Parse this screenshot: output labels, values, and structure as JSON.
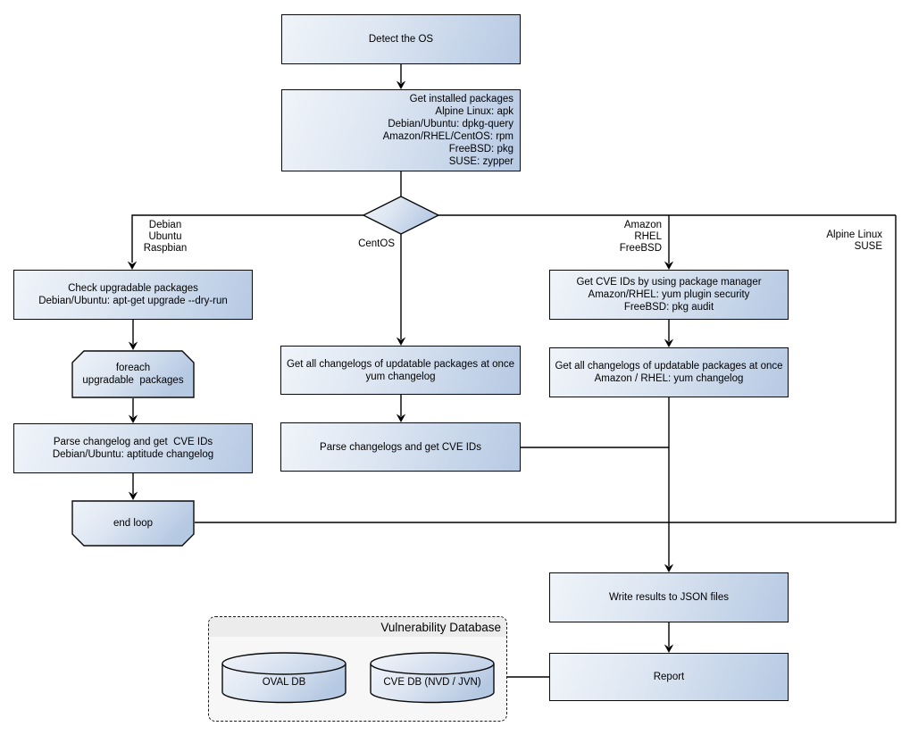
{
  "colors": {
    "node_gradient_start": "#f0f4fa",
    "node_gradient_end": "#b6c9e3",
    "shape_border": "#0a0a0a",
    "connector": "#000000",
    "group_body_bg": "#f7f7f7",
    "group_header_bg": "#ececec"
  },
  "flow": {
    "detect_os": "Detect the OS",
    "get_installed_packages": "Get installed packages\nAlpine Linux: apk\nDebian/Ubuntu: dpkg-query\nAmazon/RHEL/CentOS: rpm\nFreeBSD: pkg\nSUSE: zypper",
    "check_upgradable": "Check upgradable packages\nDebian/Ubuntu: apt-get upgrade --dry-run",
    "foreach_loop": "foreach\nupgradable  packages",
    "parse_changelog_debian": "Parse changelog and get  CVE IDs\nDebian/Ubuntu: aptitude changelog",
    "end_loop": "end loop",
    "yum_changelog_centos": "Get all changelogs of updatable packages at once\nyum changelog",
    "parse_changelogs_centos": "Parse changelogs and get CVE IDs",
    "get_cve_ids_pkg_manager": "Get CVE IDs by using package manager\nAmazon/RHEL: yum plugin security\nFreeBSD: pkg audit",
    "yum_changelog_amazon": "Get all changelogs of updatable packages at once\nAmazon / RHEL: yum changelog",
    "write_results": "Write results to JSON files",
    "report": "Report"
  },
  "branch_labels": {
    "debian": "Debian\nUbuntu\nRaspbian",
    "centos": "CentOS",
    "amazon": "Amazon\nRHEL\nFreeBSD",
    "alpine": "Alpine Linux\nSUSE"
  },
  "vulnerability_database": {
    "title": "Vulnerability Database",
    "oval_db": "OVAL DB",
    "cve_db": "CVE DB (NVD / JVN)"
  }
}
